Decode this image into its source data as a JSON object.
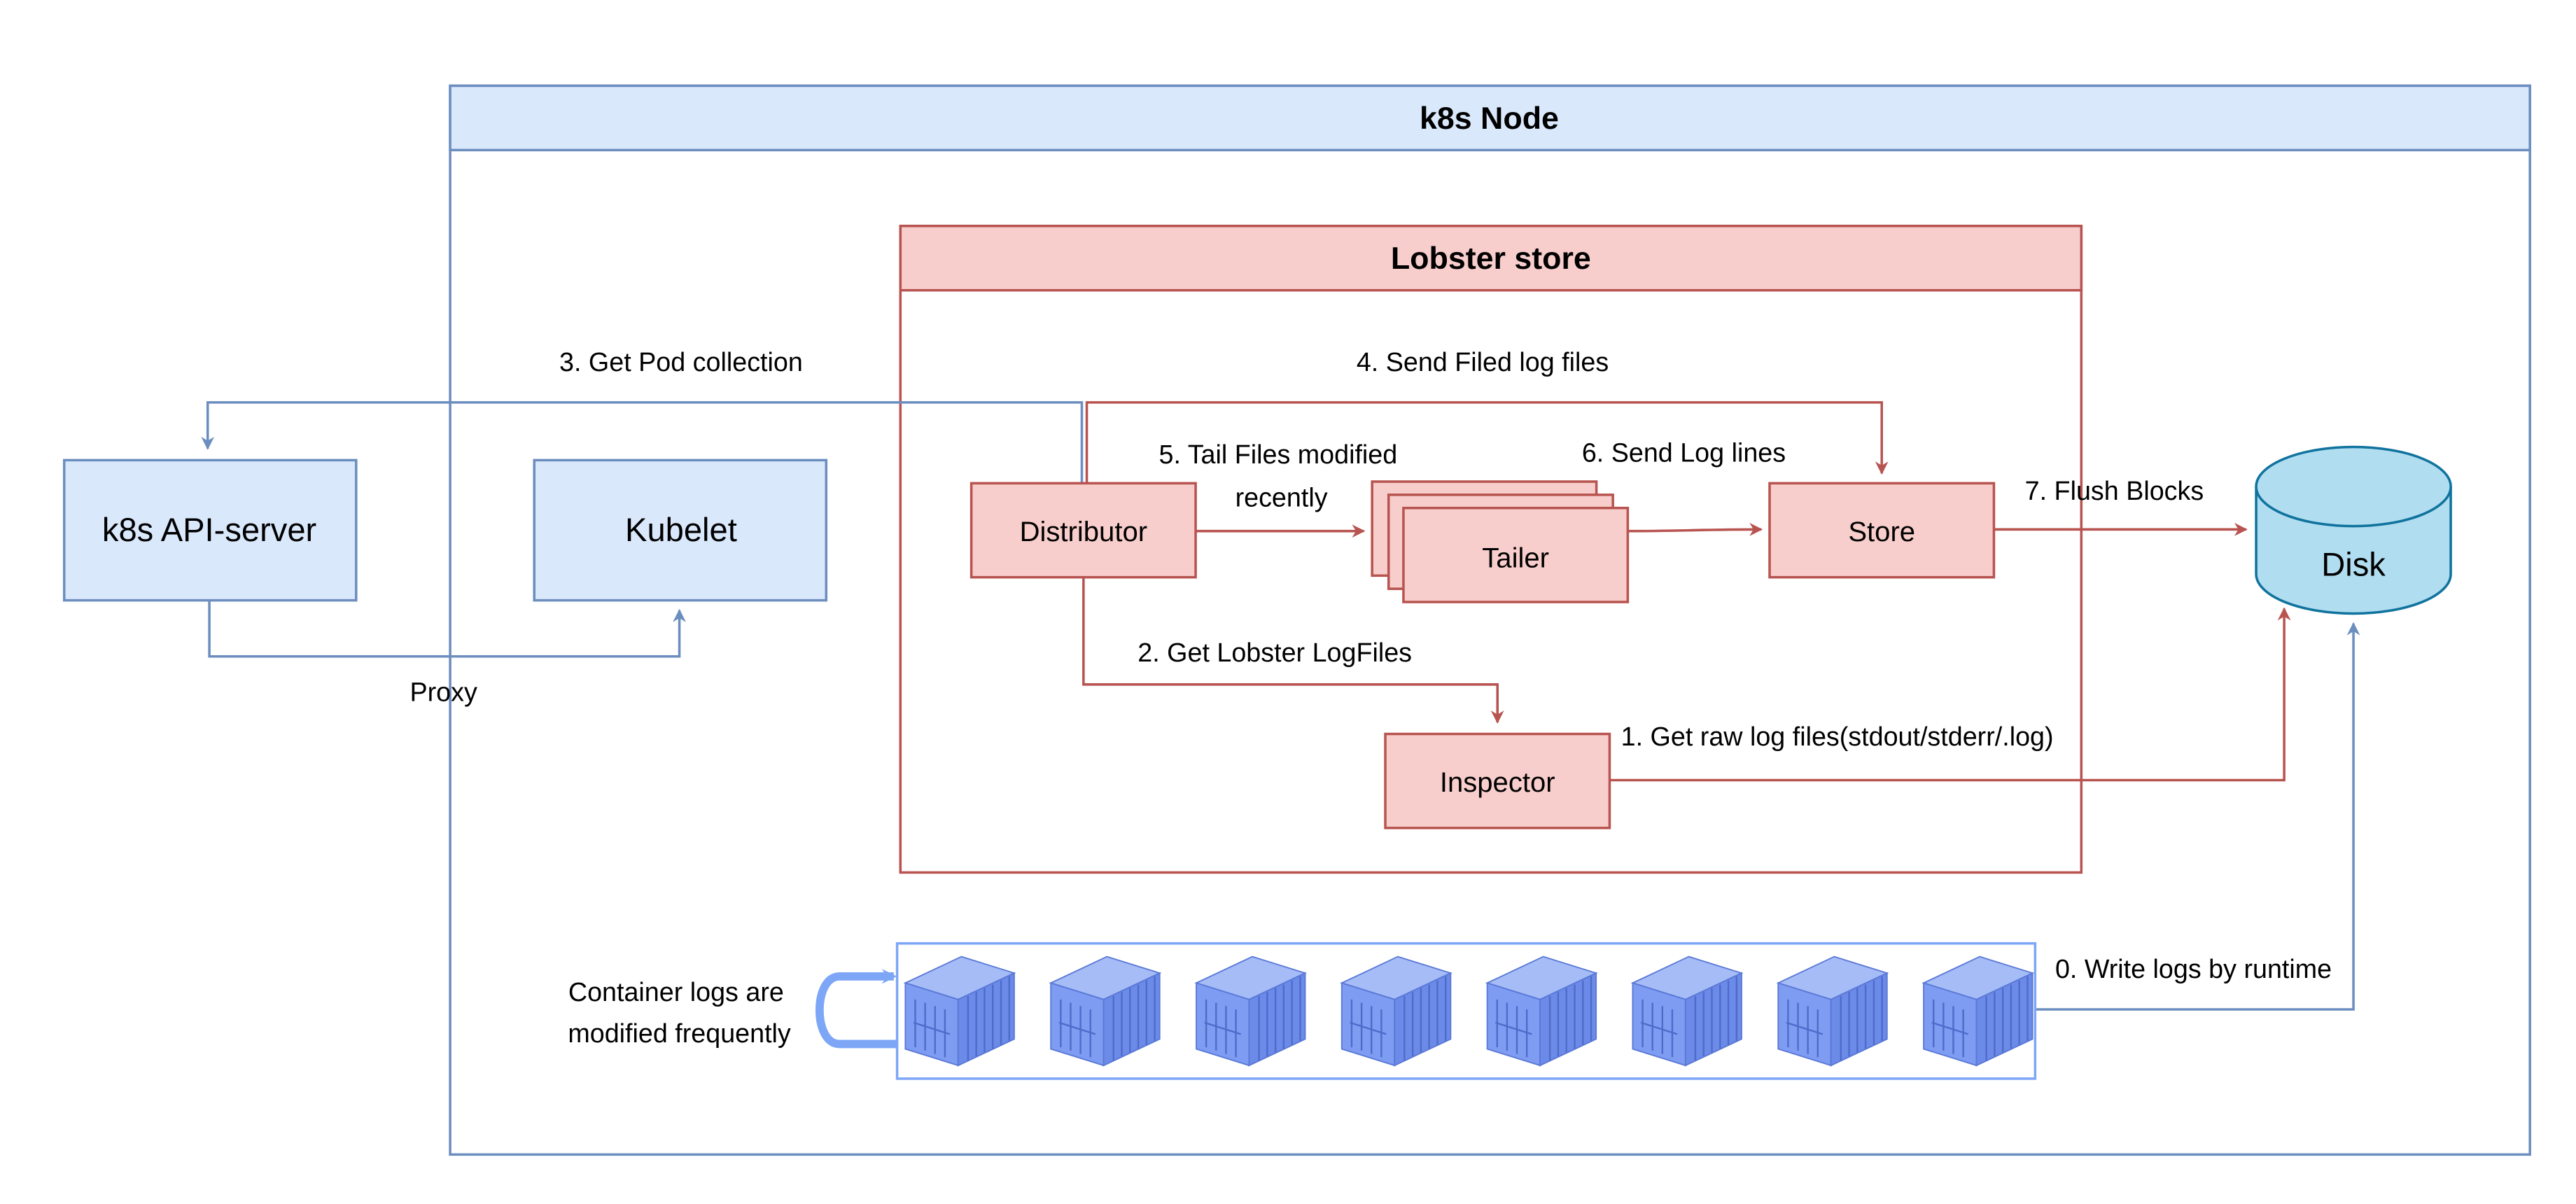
{
  "colors": {
    "blue_fill": "#dae8fc",
    "blue_stroke": "#6c8ebf",
    "red_fill": "#f8cecc",
    "red_stroke": "#b85450",
    "disk_fill": "#b1ddf0",
    "disk_stroke": "#10739e",
    "container_blue": "#7e9cf2",
    "container_dark": "#5a79d6",
    "container_loop": "#7ea6f7"
  },
  "node": {
    "title": "k8s Node"
  },
  "lobster": {
    "title": "Lobster store"
  },
  "boxes": {
    "api_server": "k8s API-server",
    "kubelet": "Kubelet",
    "distributor": "Distributor",
    "tailer": "Tailer",
    "store": "Store",
    "inspector": "Inspector",
    "disk": "Disk"
  },
  "labels": {
    "get_pod": "3. Get Pod collection",
    "send_filed": "4. Send Filed log files",
    "tail_files_1": "5. Tail Files modified",
    "tail_files_2": "recently",
    "send_log_lines": "6. Send Log lines",
    "flush_blocks": "7. Flush Blocks",
    "get_lobster": "2. Get Lobster LogFiles",
    "get_raw": "1. Get raw log files(stdout/stderr/.log)",
    "proxy": "Proxy",
    "write_logs": "0. Write logs by runtime",
    "container_logs_1": "Container logs are",
    "container_logs_2": "modified frequently"
  },
  "containers": {
    "count": 8,
    "icon": "shipping-container-icon"
  }
}
